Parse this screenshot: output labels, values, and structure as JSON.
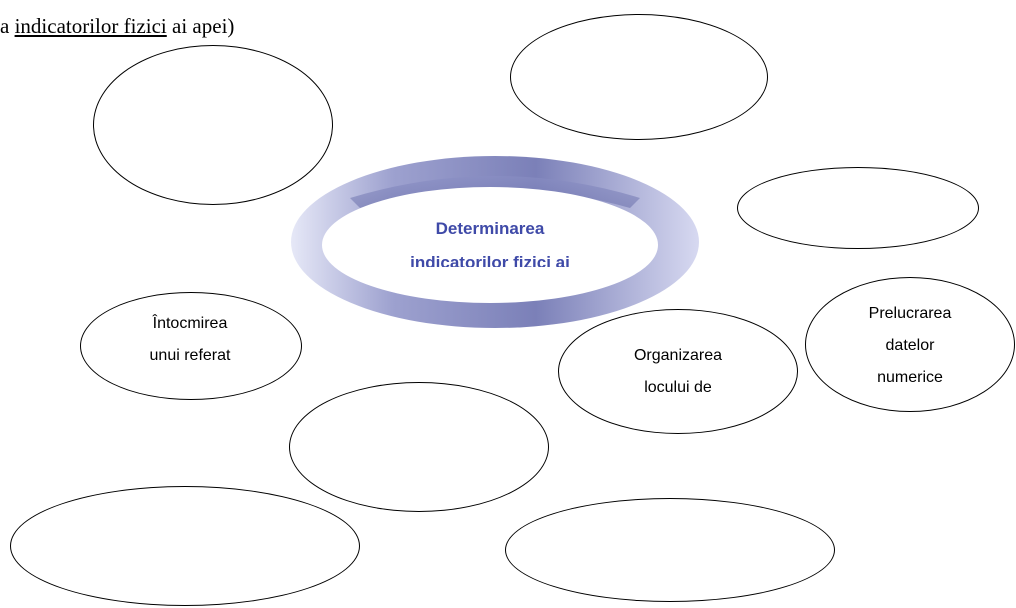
{
  "heading": {
    "prefix": "a ",
    "underlined": "indicatorilor fizici",
    "suffix": " ai apei)"
  },
  "center": {
    "line1": "Determinarea",
    "line2": "indicatorilor fizici ai"
  },
  "nodes": {
    "referat": {
      "line1": "Întocmirea",
      "line2": "unui referat"
    },
    "organizarea": {
      "line1": "Organizarea",
      "line2": "locului de"
    },
    "prelucrarea": {
      "line1": "Prelucrarea",
      "line2": "datelor",
      "line3": "numerice"
    }
  },
  "colors": {
    "ring_dark": "#7a7fb6",
    "ring_light": "#c8cbea",
    "center_text": "#3f4aa8"
  }
}
